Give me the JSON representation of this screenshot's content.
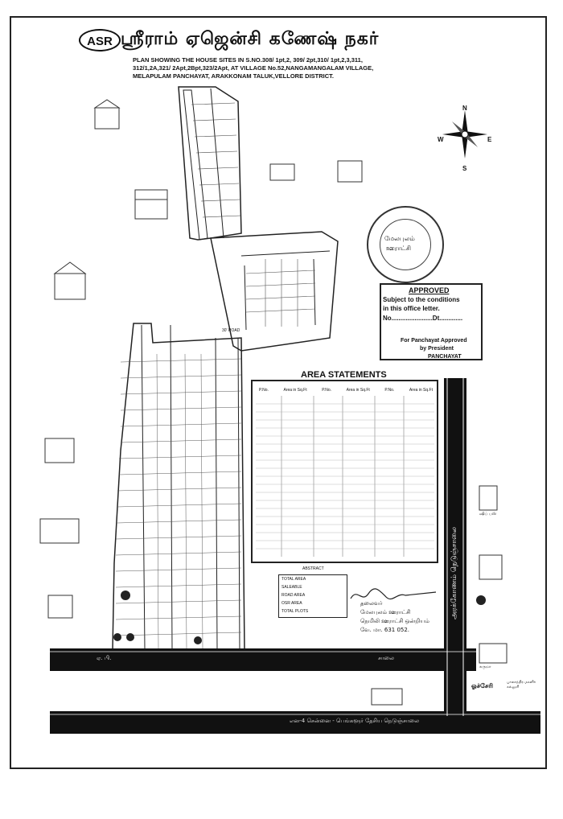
{
  "header": {
    "logo_text": "ASR",
    "title_tamil": "ஸ்ரீராம் ஏஜென்சி கணேஷ் நகர்",
    "plan_line1": "PLAN SHOWING THE HOUSE SITES IN S.NO.308/ 1pt,2, 309/ 2pt,310/ 1pt,2,3,311,",
    "plan_line2": "312/1,2A,321/ 2Apt,2Bpt,323/2Apt, AT VILLAGE No.52,NANGAMANGALAM VILLAGE,",
    "plan_line3": "MELAPULAM PANCHAYAT, ARAKKONAM TALUK,VELLORE DISTRICT."
  },
  "compass": {
    "n": "N",
    "s": "S",
    "e": "E",
    "w": "W"
  },
  "stamp": {
    "line1": "மேலபுலம்",
    "line2": "ஊராட்சி"
  },
  "approved": {
    "heading": "APPROVED",
    "line1": "Subject to the conditions",
    "line2": "in this office letter.",
    "line3": "No.......................Dt.............",
    "line4": "For Panchayat Approved",
    "line5": "by President",
    "line6": "PANCHAYAT"
  },
  "area_statements": {
    "title": "AREA STATEMENTS",
    "headers": [
      "P.No.",
      "Area in Sq.Ft",
      "P.No.",
      "Area in Sq.Ft",
      "P.No.",
      "Area in Sq.Ft"
    ],
    "summary_title": "ABSTRACT",
    "summary_rows": [
      "TOTAL AREA",
      "SALEABLE",
      "ROAD AREA",
      "OSR AREA",
      "TOTAL PLOTS"
    ]
  },
  "signature": {
    "line1": "தலைவர்",
    "line2": "மேலபுலம் ஊராட்சி",
    "line3": "நெமிலி ஊராட்சி ஒன்றியம்",
    "line4": "வே. மா. 631 052."
  },
  "roads": {
    "vertical_label": "அரக்கோணம் நெடுஞ்சாலை",
    "bottom_label": "என-4 சென்னை - பெங்களூர் தேசிய நெடுஞ்சாலை",
    "mid_label_left": "ஏ. பி.",
    "mid_label_right": "சாலை",
    "road_text": "30' ROAD"
  },
  "landmarks": {
    "ocheri": "ஓச்சேரி",
    "school": "பாலசந்திர மகளிர் கல்லூரி",
    "bus": "ஷிப் பஸ்",
    "office": "சுருமா"
  }
}
